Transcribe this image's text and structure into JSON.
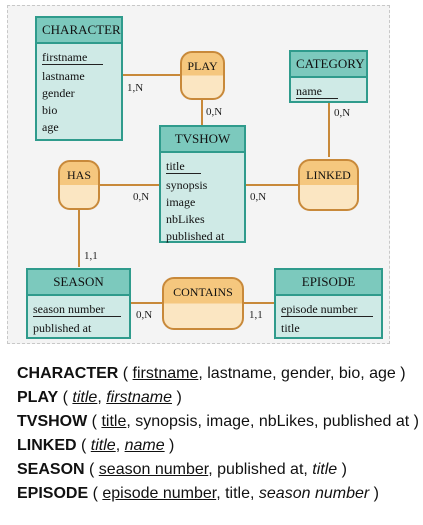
{
  "entities": {
    "character": {
      "title": "CHARACTER",
      "attrs": [
        "firstname",
        "lastname",
        "gender",
        "bio",
        "age"
      ]
    },
    "category": {
      "title": "CATEGORY",
      "attrs": [
        "name"
      ]
    },
    "tvshow": {
      "title": "TVSHOW",
      "attrs": [
        "title",
        "synopsis",
        "image",
        "nbLikes",
        "published at"
      ]
    },
    "season": {
      "title": "SEASON",
      "attrs": [
        "season number",
        "published at"
      ]
    },
    "episode": {
      "title": "EPISODE",
      "attrs": [
        "episode number",
        "title"
      ]
    }
  },
  "relationships": {
    "play": "PLAY",
    "has": "HAS",
    "linked": "LINKED",
    "contains": "CONTAINS"
  },
  "cardinalities": {
    "character_play": "1,N",
    "play_tvshow": "0,N",
    "category_linked": "0,N",
    "linked_tvshow": "0,N",
    "has_tvshow": "0,N",
    "has_season": "1,1",
    "season_contains": "0,N",
    "contains_episode": "1,1"
  },
  "colors": {
    "entity_fill": "#cfeae6",
    "entity_header": "#7cc9bd",
    "entity_border": "#2f9b8c",
    "relationship_top": "#f5c77e",
    "relationship_bottom": "#fbe6c2",
    "relationship_border": "#c8893a",
    "link_line": "#c8893a"
  },
  "schema": {
    "character": {
      "name": "CHARACTER",
      "k1": "firstname",
      "rest": ", lastname, gender, bio, age"
    },
    "play": {
      "name": "PLAY",
      "f1": "title",
      "f2": "firstname"
    },
    "tvshow": {
      "name": "TVSHOW",
      "k1": "title",
      "rest": ", synopsis, image, nbLikes, published at"
    },
    "linked": {
      "name": "LINKED",
      "f1": "title",
      "f2": "name"
    },
    "season": {
      "name": "SEASON",
      "k1": "season number",
      "rest": ", published at, ",
      "fk": "title"
    },
    "episode": {
      "name": "EPISODE",
      "k1": "episode number",
      "rest": ", title, ",
      "fk": "season number"
    }
  }
}
